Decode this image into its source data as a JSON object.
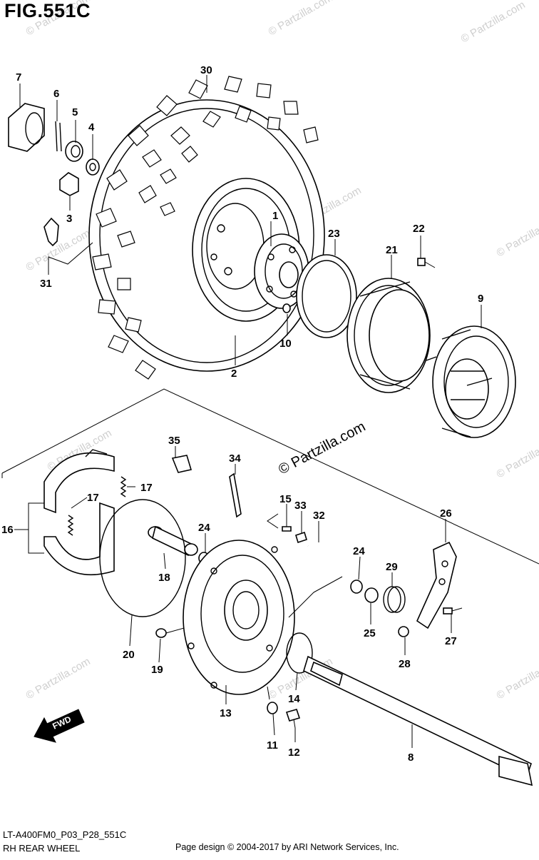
{
  "figure": {
    "title": "FIG.551C",
    "model_code": "LT-A400FM0_P03_P28_551C",
    "section_name": "RH REAR WHEEL",
    "copyright": "Page design © 2004-2017 by ARI Network Services, Inc.",
    "watermark_main": "© Partzilla.com",
    "watermark_small": "© Partzilla.com",
    "direction_label": "FWD"
  },
  "callouts": [
    "1",
    "2",
    "3",
    "4",
    "5",
    "6",
    "7",
    "8",
    "9",
    "10",
    "11",
    "12",
    "13",
    "14",
    "15",
    "16",
    "17",
    "17",
    "18",
    "19",
    "20",
    "21",
    "22",
    "23",
    "24",
    "24",
    "25",
    "26",
    "27",
    "28",
    "29",
    "30",
    "31",
    "32",
    "33",
    "34",
    "35"
  ]
}
